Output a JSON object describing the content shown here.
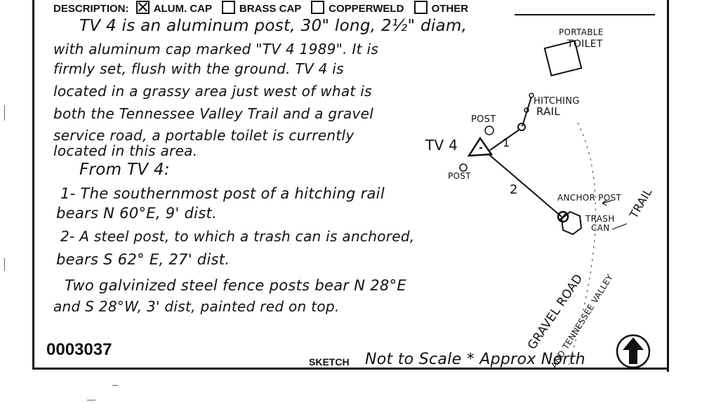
{
  "header": {
    "description_label": "DESCRIPTION:",
    "options": [
      {
        "label": "ALUM. CAP",
        "checked": true
      },
      {
        "label": "BRASS CAP",
        "checked": false
      },
      {
        "label": "COPPERWELD",
        "checked": false
      },
      {
        "label": "OTHER",
        "checked": false
      }
    ]
  },
  "description_lines": [
    "TV 4 is an aluminum post, 30\" long, 2½\" diam,",
    "with aluminum cap marked \"TV 4 1989\". It is",
    "firmly set, flush with the ground. TV 4 is",
    "located in a grassy area just west of what is",
    "both the Tennessee Valley Trail and a gravel",
    "service road, a portable toilet is currently",
    "located in this area.",
    "From TV 4:",
    "1- The southernmost post of a hitching rail",
    "bears N 60°E, 9' dist.",
    "2- A steel post, to which a trash can is anchored,",
    "bears S 62° E, 27' dist.",
    "Two galvinized steel fence posts bear N 28°E",
    "and S 28°W, 3' dist, painted red on top."
  ],
  "sketch": {
    "portable_toilet": [
      "PORTABLE",
      "TOILET"
    ],
    "hitching_rail": [
      "HITCHING",
      "RAIL"
    ],
    "post_upper": "POST",
    "post_lower": "POST",
    "station": "TV 4",
    "leg_1": "1",
    "leg_2": "2",
    "anchor_post": "ANCHOR POST",
    "trash_can": [
      "TRASH",
      "CAN"
    ],
    "trail_text": [
      "GRAVEL ROAD",
      "AND TENNESSEE VALLEY",
      "TRAIL"
    ],
    "north_arrow": "north-arrow-icon"
  },
  "footer": {
    "record_id": "0003037",
    "sketch_label": "SKETCH",
    "sketch_note": "Not to Scale * Approx North"
  }
}
